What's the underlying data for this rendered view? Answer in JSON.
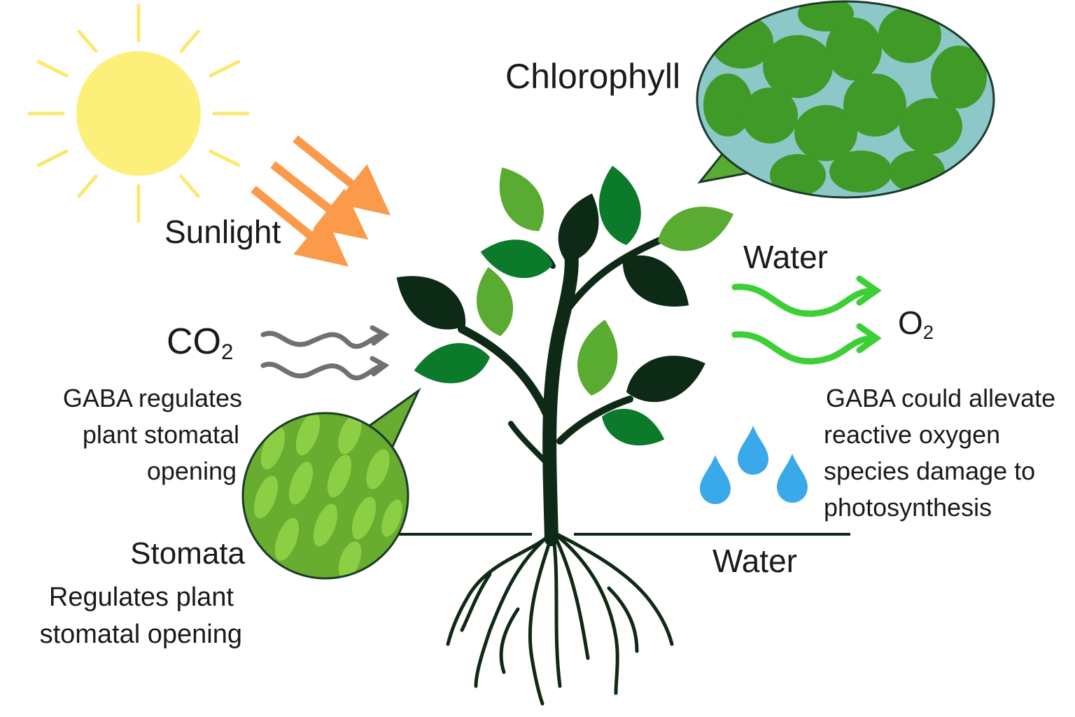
{
  "labels": {
    "chlorophyll": "Chlorophyll",
    "sunlight": "Sunlight",
    "water_top": "Water",
    "co2": "CO",
    "co2_sub": "2",
    "o2": "O",
    "o2_sub": "2",
    "gaba_left": [
      "GABA regulates",
      "plant stomatal",
      "opening"
    ],
    "stomata": "Stomata",
    "stomata_desc": [
      "Regulates plant",
      "stomatal opening"
    ],
    "water_bottom": "Water",
    "gaba_right": [
      "GABA could allevate",
      "reactive oxygen",
      "species damage to",
      "photosynthesis"
    ]
  },
  "colors": {
    "sun": "#fdf07a",
    "sun_rays": "#fbe870",
    "sunlight_arrows": "#fb9a4a",
    "co2_arrows": "#707070",
    "o2_arrows": "#3ccf36",
    "water_drops": "#3aa9ea",
    "stem": "#0e2a16",
    "leaf_dark": "#0d2a17",
    "leaf_mid": "#0b7a2a",
    "leaf_light": "#5aab32",
    "chlorophyll_bg": "#8cc8c8",
    "stomata_bg": "#68ac30"
  }
}
